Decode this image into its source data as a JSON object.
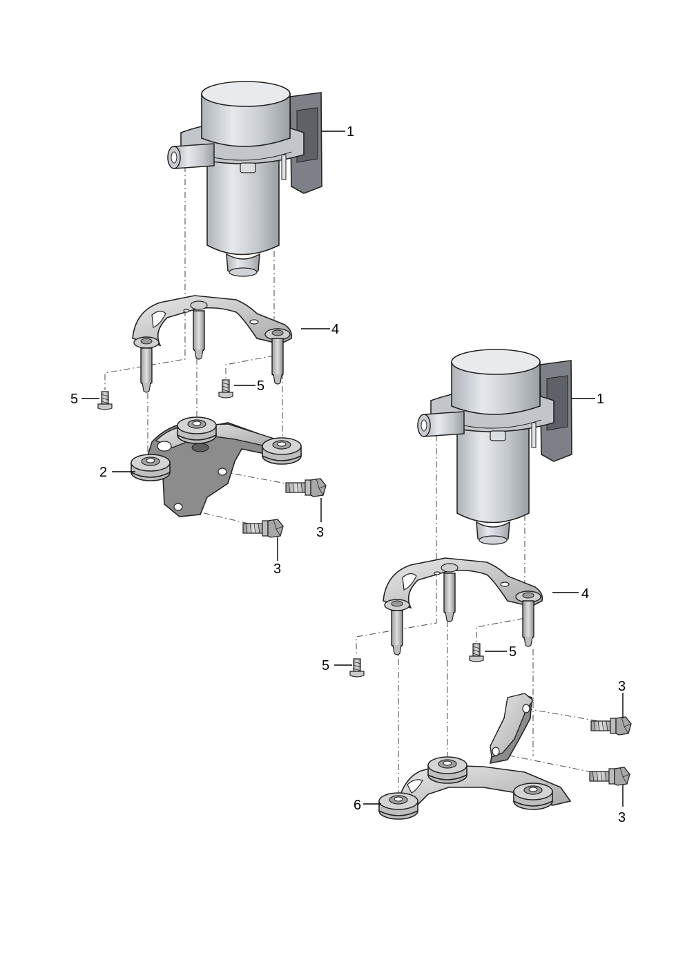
{
  "callouts": {
    "a1": "1",
    "a2": "2",
    "a3a": "3",
    "a3b": "3",
    "a4": "4",
    "a5a": "5",
    "a5b": "5",
    "b1": "1",
    "b3a": "3",
    "b3b": "3",
    "b4": "4",
    "b5a": "5",
    "b5b": "5",
    "b6": "6"
  },
  "colors": {
    "ink": "#222222",
    "metal_light": "#d9d9d9",
    "metal_dark": "#8c8c8c",
    "pump_body": "#c8ccd0"
  }
}
